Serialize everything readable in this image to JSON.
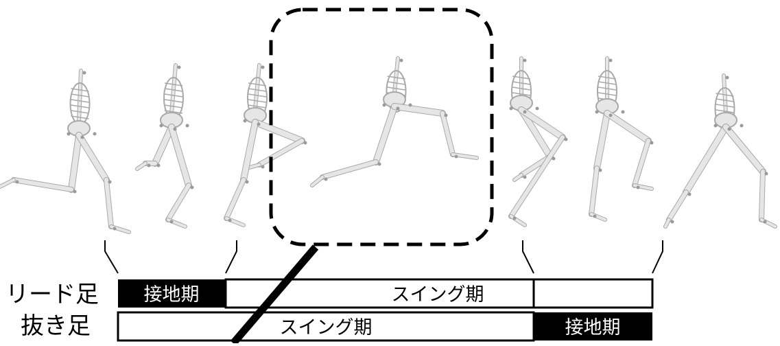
{
  "rows": {
    "lead_leg": "リード足",
    "trail_leg": "抜き足"
  },
  "phases": {
    "stance": "接地期",
    "swing": "スイング期"
  },
  "colors": {
    "stance_fill": "#000000",
    "swing_fill": "#ffffff",
    "bone": "#e6e6e6",
    "bone_outline": "#a8a8a8",
    "marker": "#9a9a9a"
  },
  "figures": {
    "count": 7,
    "highlighted_index": 3
  }
}
